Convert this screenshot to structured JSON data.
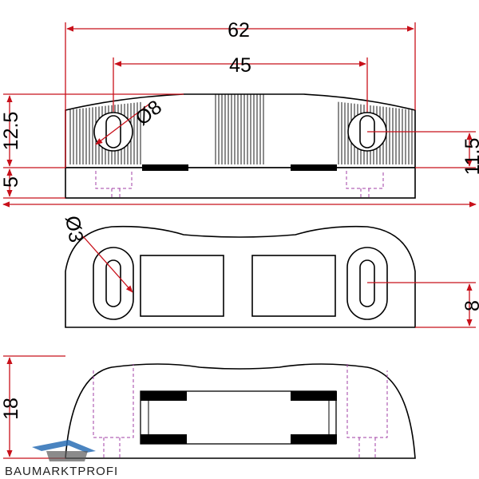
{
  "dimensions": {
    "overall_width": "62",
    "hole_spacing": "45",
    "height_upper": "12.5",
    "base_thickness": "5",
    "hole_height": "11.5",
    "hole_diameter": "Ø8",
    "slot_diameter": "Ø3",
    "slot_width": "8",
    "side_height": "18"
  },
  "logo": {
    "text": "BAUMARKTPROFI"
  },
  "colors": {
    "outline": "#000000",
    "dimension": "#c8101a",
    "hidden": "#a23fa5",
    "logo_blue": "#2a6fb5"
  }
}
